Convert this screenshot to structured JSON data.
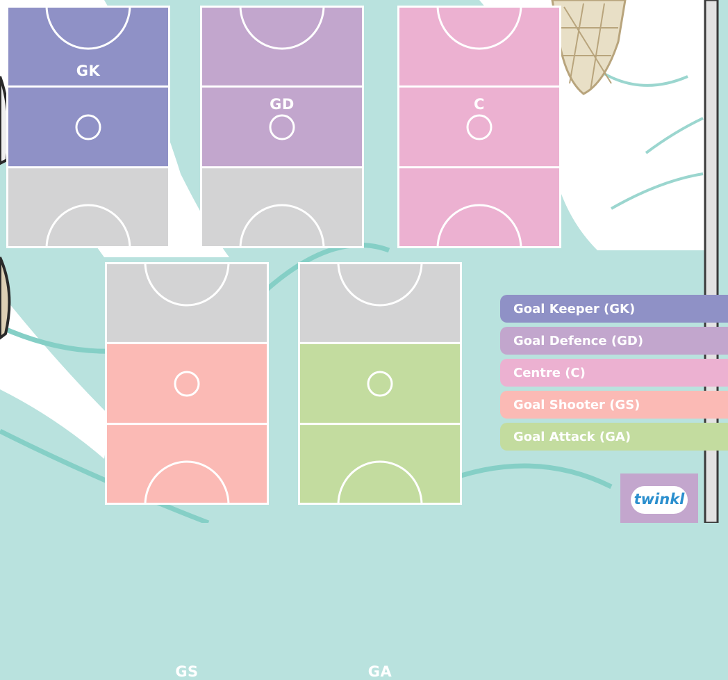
{
  "colors": {
    "background": "#b9e2de",
    "grey": "#d3d3d4",
    "gk": "#8f91c6",
    "gd": "#c2a6cd",
    "c": "#ecb1d1",
    "gs": "#fbbab5",
    "ga": "#c3dc9f"
  },
  "courts": [
    {
      "label": "GK",
      "thirds": [
        "gk",
        "gk",
        "grey"
      ]
    },
    {
      "label": "GD",
      "thirds": [
        "gd",
        "gd",
        "grey"
      ]
    },
    {
      "label": "C",
      "thirds": [
        "c",
        "c",
        "c"
      ]
    },
    {
      "label": "GS",
      "thirds": [
        "grey",
        "gs",
        "gs"
      ]
    },
    {
      "label": "GA",
      "thirds": [
        "grey",
        "ga",
        "ga"
      ]
    }
  ],
  "legend": [
    {
      "label": "Goal Keeper (GK)",
      "color": "gk"
    },
    {
      "label": "Goal Defence (GD)",
      "color": "gd"
    },
    {
      "label": "Centre (C)",
      "color": "c"
    },
    {
      "label": "Goal Shooter (GS)",
      "color": "gs"
    },
    {
      "label": "Goal Attack (GA)",
      "color": "ga"
    }
  ],
  "logo": {
    "text": "twinkl"
  }
}
